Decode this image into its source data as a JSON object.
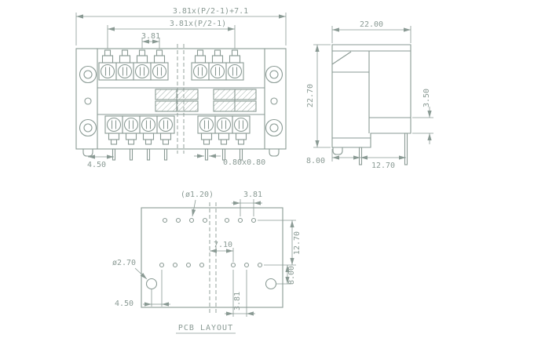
{
  "meta": {
    "line_color": "#8a9a94",
    "background_color": "#ffffff"
  },
  "front_view": {
    "dim_total": "3.81x(P/2-1)+7.1",
    "dim_row": "3.81x(P/2-1)",
    "dim_pitch": "3.81",
    "dim_pin_offset": "4.50",
    "dim_pin_square": "0.80x0.80"
  },
  "side_view": {
    "dim_width": "22.00",
    "dim_height": "22.70",
    "dim_step": "3.50",
    "dim_front_offset": "8.00",
    "dim_row_spacing": "12.70"
  },
  "pcb_layout": {
    "label": "PCB LAYOUT",
    "dim_small_hole": "(ø1.20)",
    "dim_pitch_top": "3.81",
    "dim_row_spacing": "12.70",
    "dim_offset": "7.10",
    "dim_bottom_offset": "8.00",
    "dim_large_hole": "ø2.70",
    "dim_edge": "4.50",
    "dim_pitch_bottom": "3.81"
  }
}
